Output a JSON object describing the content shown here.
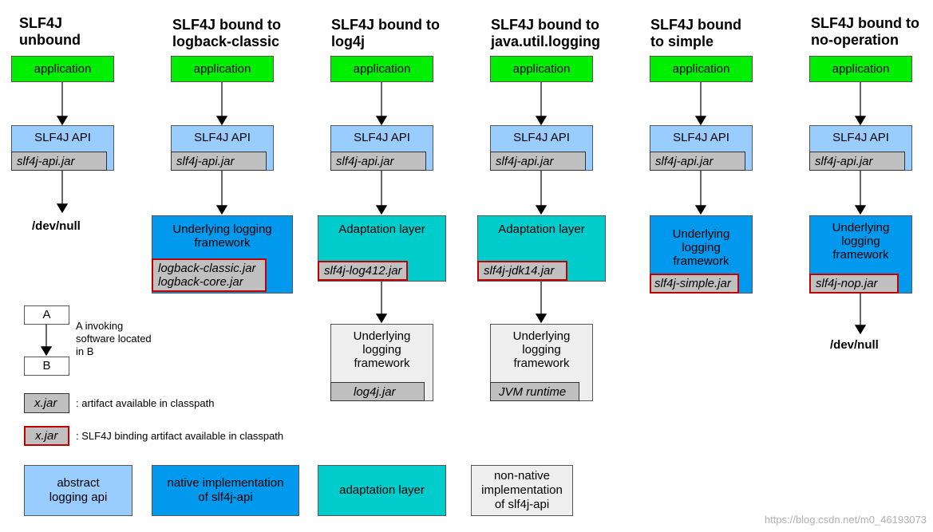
{
  "columns": [
    {
      "title": "SLF4J\nunbound",
      "application": "application",
      "api": "SLF4J API",
      "api_jar": "slf4j-api.jar",
      "end": "/dev/null"
    },
    {
      "title": "SLF4J bound to\nlogback-classic",
      "application": "application",
      "api": "SLF4J API",
      "api_jar": "slf4j-api.jar",
      "underlying": "Underlying logging\nframework",
      "underlying_jar": "logback-classic.jar\nlogback-core.jar"
    },
    {
      "title": "SLF4J bound to\nlog4j",
      "application": "application",
      "api": "SLF4J API",
      "api_jar": "slf4j-api.jar",
      "adaptation": "Adaptation layer",
      "adaptation_jar": "slf4j-log412.jar",
      "underlying": "Underlying\nlogging\nframework",
      "underlying_jar": "log4j.jar"
    },
    {
      "title": "SLF4J bound to\njava.util.logging",
      "application": "application",
      "api": "SLF4J API",
      "api_jar": "slf4j-api.jar",
      "adaptation": "Adaptation layer",
      "adaptation_jar": "slf4j-jdk14.jar",
      "underlying": "Underlying\nlogging\nframework",
      "underlying_jar": "JVM runtime"
    },
    {
      "title": "SLF4J bound\nto simple",
      "application": "application",
      "api": "SLF4J API",
      "api_jar": "slf4j-api.jar",
      "underlying": "Underlying\nlogging\nframework",
      "underlying_jar": "slf4j-simple.jar"
    },
    {
      "title": "SLF4J bound to\nno-operation",
      "application": "application",
      "api": "SLF4J API",
      "api_jar": "slf4j-api.jar",
      "underlying": "Underlying\nlogging\nframework",
      "underlying_jar": "slf4j-nop.jar",
      "end": "/dev/null"
    }
  ],
  "legend": {
    "a": "A",
    "b": "B",
    "invoke_text": "A invoking\nsoftware located\nin B",
    "jar_sample": "x.jar",
    "artifact_text": ": artifact available in classpath",
    "binding_sample": "x.jar",
    "binding_text": ": SLF4J binding artifact available in classpath",
    "abstract": "abstract\nlogging api",
    "native": "native implementation\nof slf4j-api",
    "adaptation": "adaptation layer",
    "nonnative": "non-native\nimplementation\nof slf4j-api"
  },
  "colors": {
    "application": "#00ee00",
    "abstract_api": "#99ccff",
    "native": "#0099ee",
    "adaptation": "#00cccc",
    "nonnative": "#eeeeee",
    "jar": "#c0c0c0",
    "binding_border": "#c00000"
  },
  "watermark": "https://blog.csdn.net/m0_46193073"
}
